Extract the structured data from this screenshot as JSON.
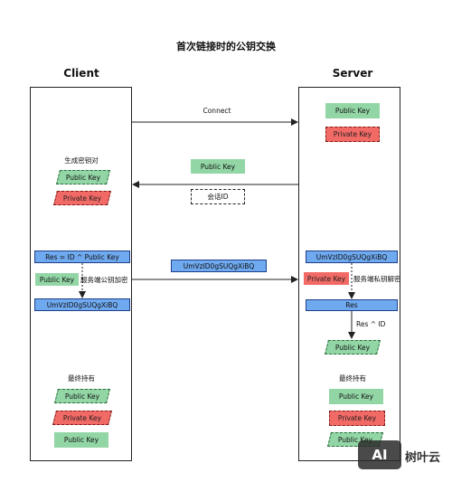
{
  "title": "首次链接时的公钥交换",
  "client": {
    "label": "Client",
    "generate_label": "生成密钥对",
    "gen_public_key": "Public Key",
    "gen_private_key": "Private Key",
    "res_formula": "Res = ID ^ Public Key",
    "public_key": "Public Key",
    "encrypt_label": "服务端公钥加密",
    "encrypted": "UmVzID0gSUQgXiBQ",
    "final_label": "最终持有",
    "final_public_key": "Public Key",
    "final_private_key": "Private Key",
    "final_server_public_key": "Public Key"
  },
  "server": {
    "label": "Server",
    "public_key": "Public Key",
    "private_key": "Private Key",
    "encrypted": "UmVzID0gSUQgXiBQ",
    "private_key_2": "Private Key",
    "decrypt_label": "服务端私钥解密",
    "res": "Res",
    "res_xor_label": "Res ^ ID",
    "derived_public_key": "Public Key",
    "final_label": "最终持有",
    "final_public_key": "Public Key",
    "final_private_key": "Private Key",
    "final_client_public_key": "Public Key"
  },
  "messages": {
    "connect": "Connect",
    "return_public_key": "Public Key",
    "session_id": "会话ID",
    "send_encrypted": "UmVzID0gSUQgXiBQ"
  },
  "watermark": {
    "logo_text": "AI",
    "text": "树叶云"
  },
  "colors": {
    "public_key": "#93d6a6",
    "private_key": "#f26a66",
    "data_box": "#6fa9ef"
  }
}
